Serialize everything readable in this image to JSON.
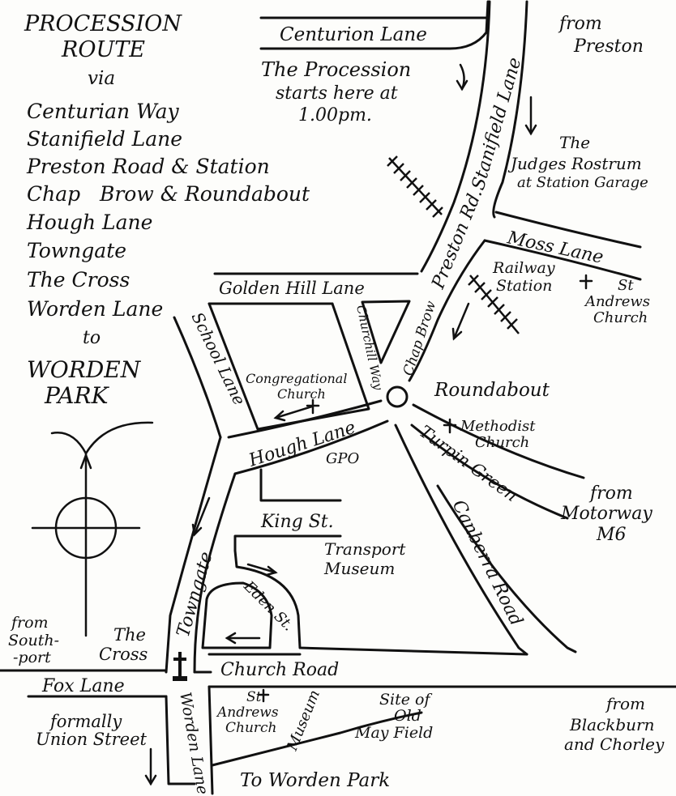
{
  "title": {
    "line1": "PROCESSION",
    "line2": "ROUTE",
    "via": "via"
  },
  "route": [
    "Centurian Way",
    "Stanifield Lane",
    "Preston Road & Station",
    "Chap   Brow & Roundabout",
    "Hough Lane",
    "Towngate",
    "The Cross",
    "Worden Lane"
  ],
  "route_to": "to",
  "destination": {
    "line1": "WORDEN",
    "line2": "PARK"
  },
  "start_note": {
    "line1": "The Procession",
    "line2": "starts here at",
    "line3": "1.00pm."
  },
  "streets": {
    "centurion_lane": "Centurion Lane",
    "stanifield_lane": "Stanifield Lane",
    "preston_rd": "Preston Rd.",
    "moss_lane": "Moss Lane",
    "golden_hill_lane": "Golden Hill Lane",
    "churchill_way": "Churchill Way",
    "chap_brow": "Chap Brow",
    "school_lane": "School Lane",
    "hough_lane": "Hough Lane",
    "turpin_green": "Turpin Green",
    "king_st": "King St.",
    "canberra_road": "Canberra Road",
    "eden_st": "Eden St.",
    "towngate": "Towngate",
    "church_road": "Church Road",
    "fox_lane": "Fox Lane",
    "worden_lane": "Worden Lane"
  },
  "places": {
    "judges": {
      "line1": "The",
      "line2": "Judges Rostrum",
      "line3": "at Station Garage"
    },
    "railway": {
      "line1": "Railway",
      "line2": "Station"
    },
    "st_andrews_top": {
      "line1": "St",
      "line2": "Andrews",
      "line3": "Church"
    },
    "roundabout": "Roundabout",
    "congregational": {
      "line1": "Congregational",
      "line2": "Church"
    },
    "methodist": {
      "line1": "Methodist",
      "line2": "Church"
    },
    "gpo": "GPO",
    "transport_museum": {
      "line1": "Transport",
      "line2": "Museum"
    },
    "the_cross": {
      "line1": "The",
      "line2": "Cross"
    },
    "st_andrews_bottom": {
      "line1": "St",
      "line2": "Andrews",
      "line3": "Church"
    },
    "museum": "Museum",
    "may_field": {
      "line1": "Site of",
      "line2": "Old",
      "line3": "May Field"
    },
    "to_worden_park": "To Worden Park",
    "formally": {
      "line1": "formally",
      "line2": "Union Street"
    }
  },
  "from_labels": {
    "preston": {
      "line1": "from",
      "line2": "Preston"
    },
    "motorway": {
      "line1": "from",
      "line2": "Motorway",
      "line3": "M6"
    },
    "southport": {
      "line1": "from",
      "line2": "South-",
      "line3": "-port"
    },
    "blackburn": {
      "line1": "from",
      "line2": "Blackburn",
      "line3": "and Chorley"
    }
  },
  "colors": {
    "ink": "#111111",
    "paper": "#fdfdfb"
  }
}
